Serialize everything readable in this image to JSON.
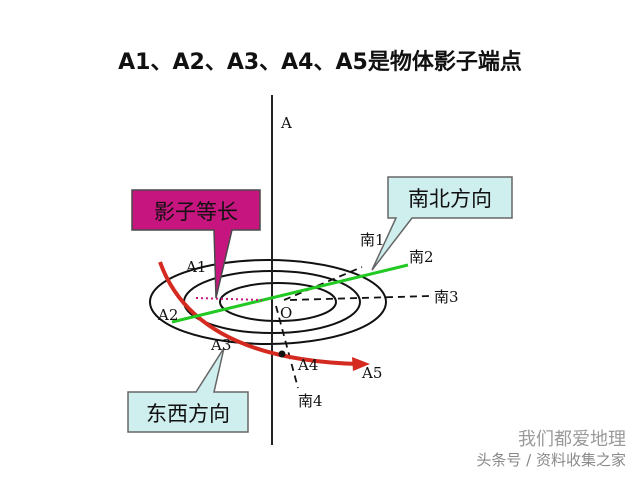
{
  "title": "A1、A2、A3、A4、A5是物体影子端点",
  "labels": {
    "pole_top": "A",
    "center": "O",
    "a1": "A1",
    "a2": "A2",
    "a3": "A3",
    "a4": "A4",
    "a5": "A5",
    "south1": "南1",
    "south2": "南2",
    "south3": "南3",
    "south4": "南4"
  },
  "callouts": {
    "equal_shadow": "影子等长",
    "north_south": "南北方向",
    "east_west": "东西方向"
  },
  "colors": {
    "shadow_curve": "#d42a1f",
    "ns_line": "#22c922",
    "callout_pink": "#c7157f",
    "callout_teal": "#cfeeee"
  },
  "watermark": {
    "brand": "我们都爱地理",
    "source": "头条号 / 资料收集之家"
  }
}
